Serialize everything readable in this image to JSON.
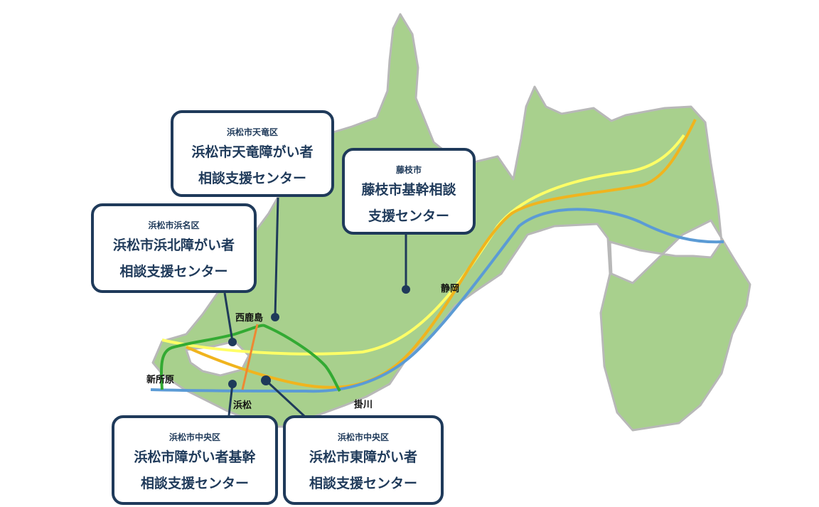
{
  "map": {
    "colors": {
      "land": "#a8d08d",
      "land_border": "#b8b8b8",
      "line_yellow": "#ffff66",
      "line_orange": "#f0b41e",
      "line_blue": "#5b9bd5",
      "line_green": "#33aa33",
      "line_connector": "#ee8833",
      "callout_border": "#1f3a5a",
      "callout_text": "#1f3a5a"
    },
    "places": [
      {
        "id": "nishikajima",
        "label": "西鹿島"
      },
      {
        "id": "shizuoka",
        "label": "静岡"
      },
      {
        "id": "shinjohara",
        "label": "新所原"
      },
      {
        "id": "hamamatsu",
        "label": "浜松"
      },
      {
        "id": "kakegawa",
        "label": "掛川"
      }
    ],
    "centers": [
      {
        "id": "tenryu",
        "district": "浜松市天竜区",
        "name_line1": "浜松市天竜障がい者",
        "name_line2": "相談支援センター"
      },
      {
        "id": "fujieda",
        "district": "藤枝市",
        "name_line1": "藤枝市基幹相談",
        "name_line2": "支援センター"
      },
      {
        "id": "hamana",
        "district": "浜松市浜名区",
        "name_line1": "浜松市浜北障がい者",
        "name_line2": "相談支援センター"
      },
      {
        "id": "chuo_kikan",
        "district": "浜松市中央区",
        "name_line1": "浜松市障がい者基幹",
        "name_line2": "相談支援センター"
      },
      {
        "id": "chuo_higashi",
        "district": "浜松市中央区",
        "name_line1": "浜松市東障がい者",
        "name_line2": "相談支援センター"
      }
    ]
  }
}
